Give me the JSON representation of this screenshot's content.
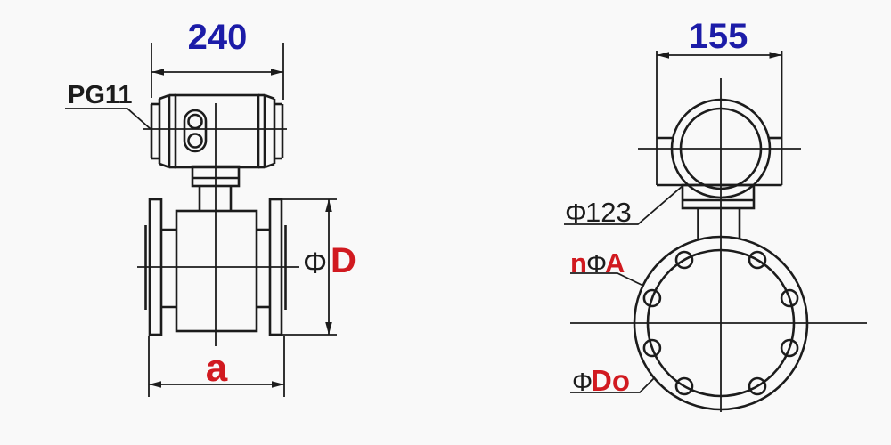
{
  "colors": {
    "line": "#1c1c1c",
    "dimension_blue": "#1c1ca8",
    "dimension_red": "#d11a20",
    "background": "#f9f9f9"
  },
  "front_view": {
    "housing_width_dim": "240",
    "cable_gland_label": "PG11",
    "flange_diameter_phi": "Φ",
    "flange_diameter_letter": "D",
    "overall_length_dim": "a"
  },
  "side_view": {
    "housing_width_dim": "155",
    "housing_diameter_phi": "Φ",
    "housing_diameter_value": "123",
    "bolt_hole_n": "n",
    "bolt_hole_phi": "Φ",
    "bolt_hole_letter": "A",
    "bolt_circle_phi": "Φ",
    "bolt_circle_letters": "Do"
  }
}
